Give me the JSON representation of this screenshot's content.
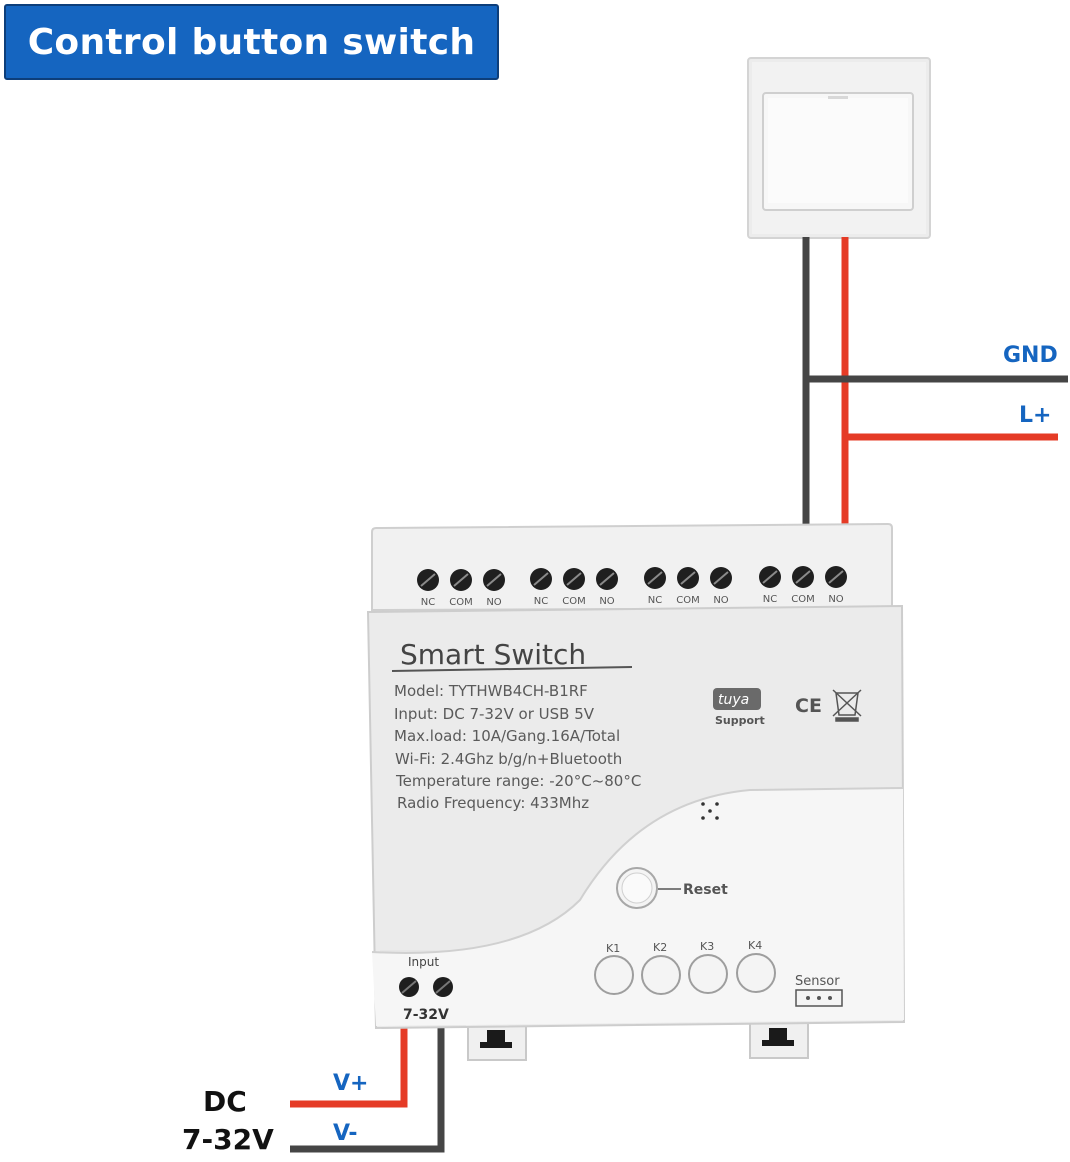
{
  "banner": {
    "title": "Control button switch"
  },
  "wires": {
    "gnd_label": "GND",
    "lplus_label": "L+",
    "vplus_label": "V+",
    "vminus_label": "V-",
    "dc_label_line1": "DC",
    "dc_label_line2": "7-32V"
  },
  "device": {
    "name": "Smart  Switch",
    "spec_lines": [
      "Model:  TYTHWB4CH-B1RF",
      "Input:  DC 7-32V or USB 5V",
      "Max.load:  10A/Gang.16A/Total",
      "Wi-Fi:  2.4Ghz b/g/n+Bluetooth",
      "Temperature range: -20°C~80°C",
      "Radio Frequency:  433Mhz"
    ],
    "terminal_labels": [
      "NC",
      "COM",
      "NO",
      "NC",
      "COM",
      "NO",
      "NC",
      "COM",
      "NO",
      "NC",
      "COM",
      "NO"
    ],
    "tuya_logo": "tuya",
    "tuya_support": "Support",
    "ce_mark": "CE",
    "reset_label": "Reset",
    "key_labels": [
      "K1",
      "K2",
      "K3",
      "K4"
    ],
    "sensor_label": "Sensor",
    "input_label": "Input",
    "input_voltage": "7-32V"
  },
  "colors": {
    "banner": "#1565c0",
    "red_wire": "#e53b26",
    "dark_wire": "#454545",
    "label_blue": "#1565c0"
  }
}
